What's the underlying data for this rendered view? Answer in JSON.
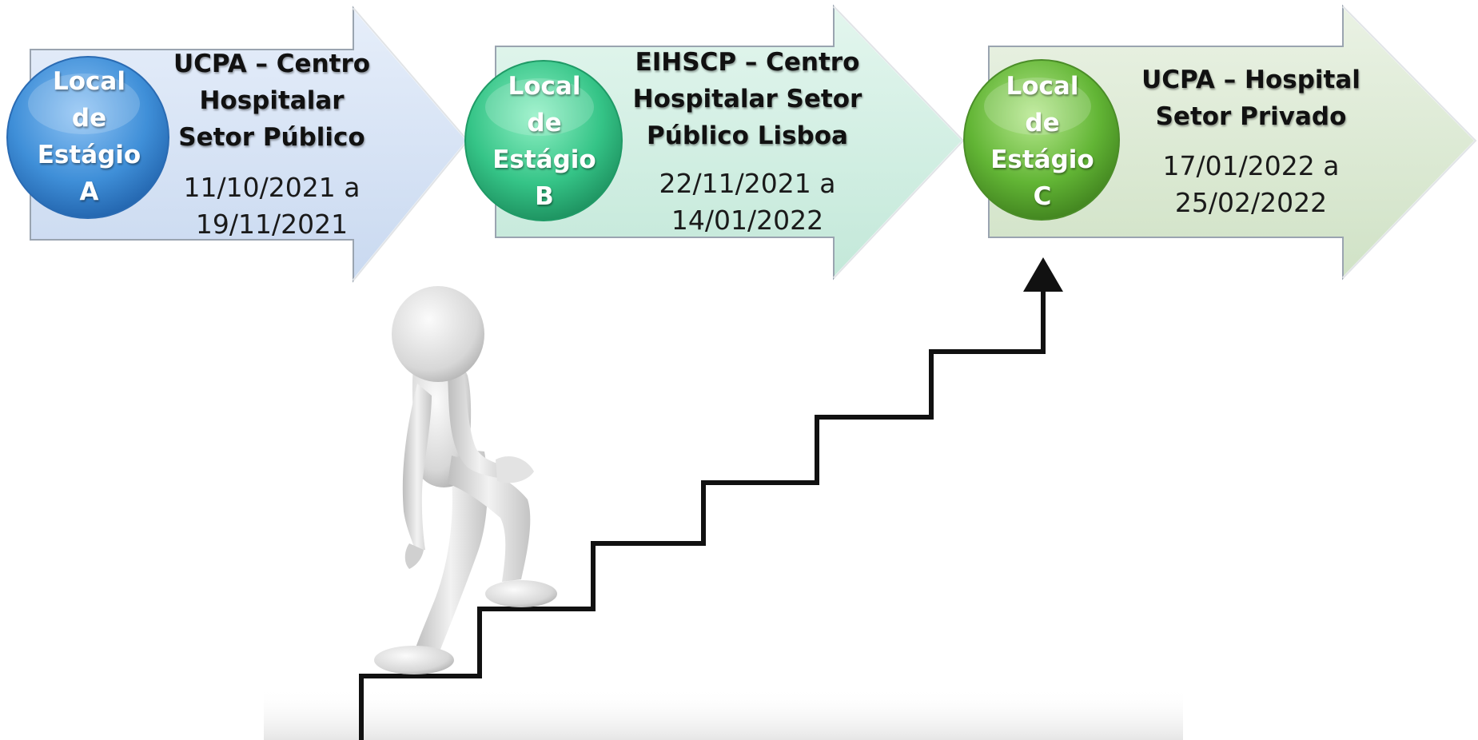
{
  "stages": [
    {
      "circle_label": [
        "Local",
        "de",
        "Estágio",
        "A"
      ],
      "title": [
        "UCPA – Centro",
        "Hospitalar",
        "Setor Público"
      ],
      "dates": [
        "11/10/2021 a",
        "19/11/2021"
      ],
      "arrow_color": "#d6e3f4",
      "circle_color": "#3f8fd8"
    },
    {
      "circle_label": [
        "Local",
        "de",
        "Estágio",
        "B"
      ],
      "title": [
        "EIHSCP – Centro",
        "Hospitalar Setor",
        "Público Lisboa"
      ],
      "dates": [
        "22/11/2021 a",
        "14/01/2022"
      ],
      "arrow_color": "#d4eee4",
      "circle_color": "#3fc98e"
    },
    {
      "circle_label": [
        "Local",
        "de",
        "Estágio",
        "C"
      ],
      "title": [
        "UCPA – Hospital",
        "Setor Privado"
      ],
      "dates": [
        "17/01/2022 a",
        "25/02/2022"
      ],
      "arrow_color": "#dde9d6",
      "circle_color": "#6cbf3a"
    }
  ]
}
